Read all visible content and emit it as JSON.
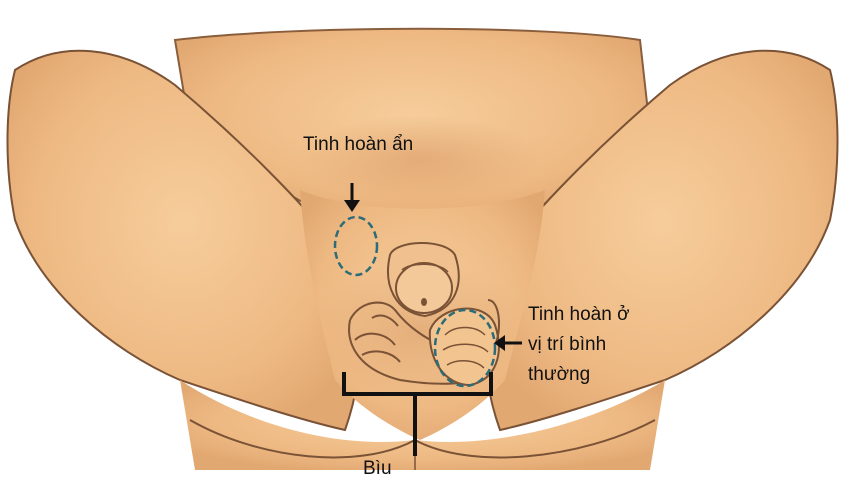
{
  "labels": {
    "undescended_testis": "Tinh hoàn ẩn",
    "normal_testis": [
      "Tinh hoàn ở",
      "vị trí bình",
      "thường"
    ],
    "scrotum": "Bìu"
  },
  "colors": {
    "skin": "#f2c48f",
    "skin_shadow": "#d9a06c",
    "outline": "#7a5236",
    "marker_ellipse": "#2c6b78",
    "text": "#111111"
  },
  "icons": [
    "down-arrow-icon",
    "left-arrow-icon",
    "scrotum-bracket"
  ]
}
